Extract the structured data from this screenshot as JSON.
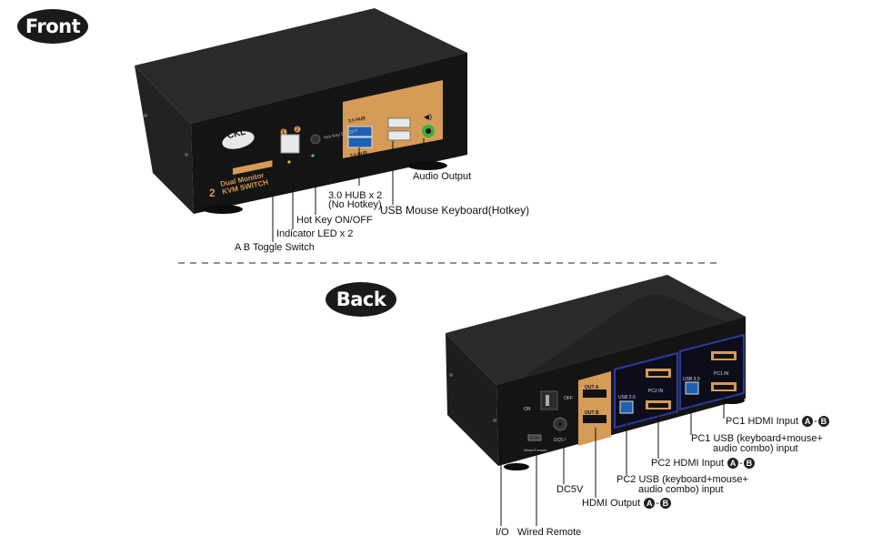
{
  "headings": {
    "front": "Front",
    "back": "Back"
  },
  "device_front": {
    "brand": "CKL",
    "model_line1": "Dual Monitor",
    "model_line2": "KVM SWITCH",
    "port_count": "2",
    "hub_top": "3.0 HUB",
    "hub_bottom": "3.0 HUB",
    "hotkey_panel": "Hot Key ON/OFF",
    "led_1": "1",
    "led_2": "2"
  },
  "device_back": {
    "on": "ON",
    "off": "OFF",
    "wired_remote": "Wired Remote",
    "dc5v": "DC5V",
    "out_a": "OUT A",
    "out_b": "OUT B",
    "usb30_left": "USB 3.0",
    "usb30_right": "USB 3.0",
    "pc2_in": "PC2 IN",
    "pc1_in": "PC1 IN"
  },
  "front_labels": {
    "audio_output": "Audio Output",
    "hub_line1": "3.0 HUB x 2",
    "hub_line2": "(No Hotkey)",
    "usb_mouse_keyboard": "USB Mouse Keyboard(Hotkey)",
    "hot_key": "Hot Key ON/OFF",
    "indicator_led": "Indicator LED x 2",
    "toggle_switch": "A B Toggle Switch"
  },
  "back_labels": {
    "pc1_hdmi": "PC1 HDMI Input",
    "pc1_usb_line1": "PC1 USB (keyboard+mouse+",
    "pc1_usb_line2": "audio combo) input",
    "pc2_hdmi": "PC2 HDMI Input",
    "pc2_usb_line1": "PC2 USB (keyboard+mouse+",
    "pc2_usb_line2": "audio combo) input",
    "dc5v": "DC5V",
    "hdmi_output": "HDMI Output",
    "io": "I/O",
    "wired_remote": "Wired Remote",
    "badge_a": "A",
    "badge_b": "B"
  }
}
